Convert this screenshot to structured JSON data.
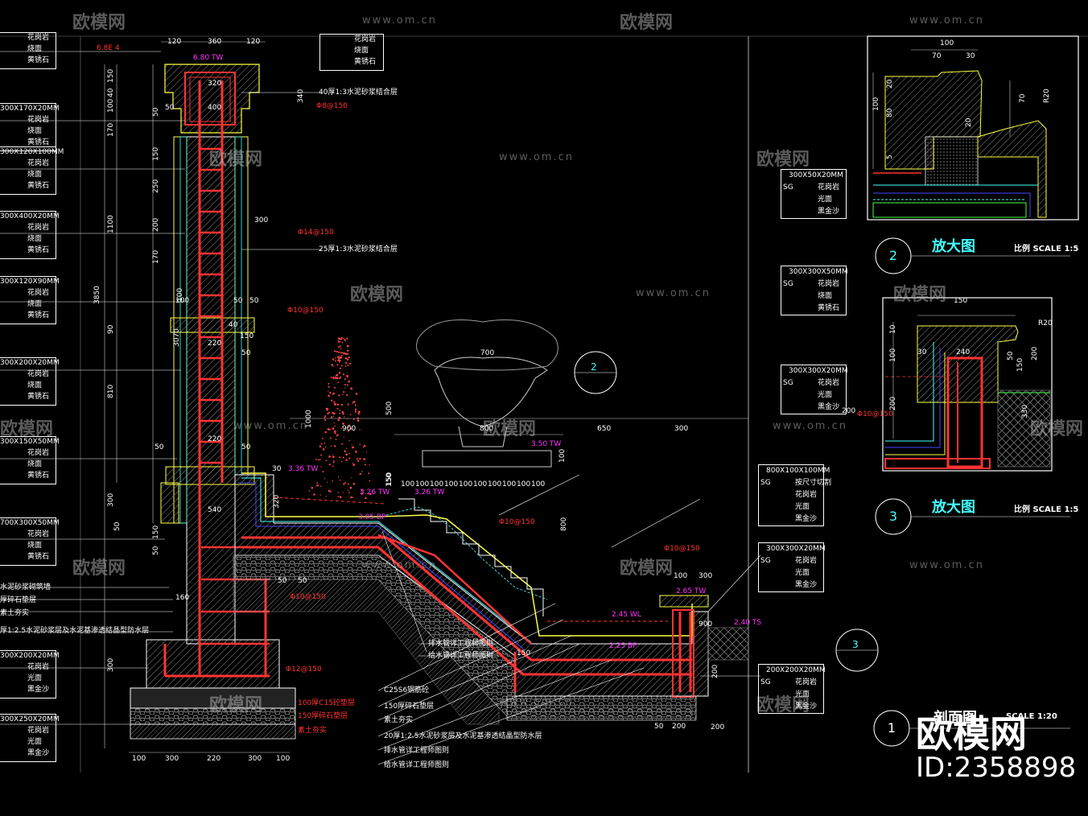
{
  "watermarks": {
    "brand": "欧模网",
    "url": "www.om.cn",
    "big_brand": "欧模网",
    "big_id": "ID:2358898"
  },
  "details": [
    {
      "num": "2",
      "title": "放大图",
      "scale": "比例 SCALE 1:5"
    },
    {
      "num": "3",
      "title": "放大图",
      "scale": "比例 SCALE 1:5"
    },
    {
      "num": "1",
      "title": "剖面图",
      "scale": "SCALE 1:20"
    }
  ],
  "callout_numbers": [
    "2",
    "3"
  ],
  "left_legends": [
    {
      "size": "",
      "rows": [
        "花岗岩",
        "烧面",
        "黄锈石"
      ]
    },
    {
      "size": "300X170X20MM",
      "rows": [
        "花岗岩",
        "烧面",
        "黄锈石"
      ]
    },
    {
      "size": "300X120X100MM",
      "rows": [
        "花岗岩",
        "烧面",
        "黄锈石"
      ]
    },
    {
      "size": "300X400X20MM",
      "rows": [
        "花岗岩",
        "烧面",
        "黄锈石"
      ]
    },
    {
      "size": "300X120X90MM",
      "rows": [
        "花岗岩",
        "烧面",
        "黄锈石"
      ]
    },
    {
      "size": "300X200X20MM",
      "rows": [
        "花岗岩",
        "烧面",
        "黄锈石"
      ]
    },
    {
      "size": "300X150X50MM",
      "rows": [
        "花岗岩",
        "烧面",
        "黄锈石"
      ]
    },
    {
      "size": "700X300X50MM",
      "rows": [
        "花岗岩",
        "烧面",
        "黄锈石"
      ]
    },
    {
      "size": "300X200X20MM",
      "rows": [
        "花岗岩",
        "光面",
        "黑金沙"
      ]
    },
    {
      "size": "300X250X20MM",
      "rows": [
        "花岗岩",
        "光面",
        "黑金沙"
      ]
    }
  ],
  "top_legend": {
    "rows": [
      "花岗岩",
      "烧面",
      "黄锈石"
    ]
  },
  "right_legends": [
    {
      "size": "300X50X20MM",
      "code": "SG",
      "rows": [
        "花岗岩",
        "光面",
        "黑金沙"
      ]
    },
    {
      "size": "300X300X50MM",
      "code": "SG",
      "rows": [
        "花岗岩",
        "烧面",
        "黄锈石"
      ]
    },
    {
      "size": "300X300X20MM",
      "code": "SG",
      "rows": [
        "花岗岩",
        "光面",
        "黑金沙"
      ]
    },
    {
      "size": "800X100X100MM",
      "code": "SG",
      "rows": [
        "按尺寸切割",
        "花岗岩",
        "光面",
        "黑金沙"
      ]
    },
    {
      "size": "300X300X20MM",
      "code": "SG",
      "rows": [
        "花岗岩",
        "光面",
        "黑金沙"
      ]
    },
    {
      "size": "200X200X20MM",
      "code": "SG",
      "rows": [
        "花岗岩",
        "光面",
        "黑金沙"
      ]
    }
  ],
  "left_notes": [
    "水泥砂浆砌筑墙",
    "厚碎石垫层",
    "素土夯实",
    "厚1:2.5水泥砂浆层及水泥基渗透结晶型防水层"
  ],
  "annotations": {
    "cement_40": "40厚1:3水泥砂浆结合层",
    "cement_25": "25厚1:3水泥砂浆结合层",
    "drain_1": "排水管详工程师图则",
    "drain_2": "给水管详工程师图则",
    "concrete": "C25S6钢筋砼",
    "gravel_150": "150厚碎石垫层",
    "soil": "素土夯实",
    "waterproof": "20厚1:2.5水泥砂浆层及水泥基渗透结晶型防水层",
    "drain_3": "排水管详工程师图则",
    "drain_4": "给水管详工程师图则",
    "c15": "100厚C15砼垫层",
    "gravel_red": "150厚碎石垫层",
    "soil_red": "素土夯实"
  },
  "levels": {
    "top_tw": "6.80 TW",
    "tw_336": "3.36 TW",
    "tw_326a": "3.26 TW",
    "tw_326b": "3.26 TW",
    "bp_305": "3.05 BP",
    "tw_350": "3.50 TW",
    "wl_245": "2.45 WL",
    "bp_225": "2.25 BP",
    "tw_265": "2.65 TW",
    "ts_240": "2.40 TS",
    "elev_red": "6.8E 4"
  },
  "rebar": {
    "r1": "Φ8@150",
    "r2": "Φ14@150",
    "r3": "Φ10@150",
    "r4": "Φ10@150",
    "r5": "Φ10@150",
    "r6": "Φ12@150",
    "r7": "Φ10@150",
    "r8": "Φ10@150"
  },
  "dims": {
    "top": [
      "120",
      "360",
      "120"
    ],
    "bottom": [
      "100",
      "300",
      "220",
      "300",
      "100"
    ],
    "left_vert": [
      "150",
      "40",
      "100",
      "170",
      "50",
      "150",
      "250",
      "200",
      "170",
      "100",
      "90",
      "810",
      "300",
      "150",
      "50",
      "300",
      "50",
      "3850",
      "1100"
    ],
    "inner": [
      "320",
      "400",
      "340",
      "300",
      "3070",
      "220",
      "40",
      "220",
      "50",
      "100",
      "50",
      "50",
      "150",
      "50",
      "50",
      "50",
      "160",
      "540",
      "320",
      "150",
      "30",
      "50",
      "50"
    ],
    "pool": [
      "900",
      "800",
      "650",
      "300",
      "700",
      "500",
      "1000",
      "100",
      "800",
      "100",
      "150",
      "150",
      "200",
      "200",
      "200",
      "50",
      "200",
      "300",
      "900"
    ],
    "steps": [
      "100",
      "100",
      "100",
      "100",
      "100",
      "100",
      "100",
      "100",
      "100",
      "100"
    ],
    "d2": [
      "100",
      "70",
      "30",
      "20",
      "100",
      "80",
      "70",
      "20",
      "5",
      "R20"
    ],
    "d3": [
      "150",
      "R20",
      "30",
      "240",
      "10",
      "100",
      "200",
      "50",
      "150",
      "200",
      "330"
    ]
  }
}
